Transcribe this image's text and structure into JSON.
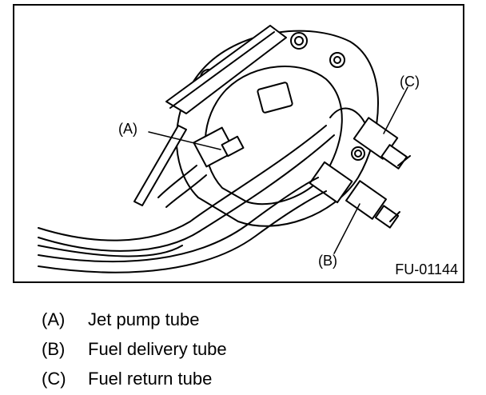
{
  "figure": {
    "callouts": {
      "a": "(A)",
      "b": "(B)",
      "c": "(C)"
    },
    "figure_id": "FU-01144"
  },
  "legend": [
    {
      "key": "(A)",
      "text": "Jet pump tube"
    },
    {
      "key": "(B)",
      "text": "Fuel delivery tube"
    },
    {
      "key": "(C)",
      "text": "Fuel return tube"
    }
  ]
}
